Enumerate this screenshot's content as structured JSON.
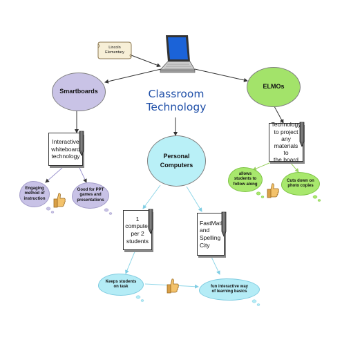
{
  "title_line1": "Classroom",
  "title_line2": "Technology",
  "scroll_line1": "Lincoln",
  "scroll_line2": "Elementary",
  "smartboards": "Smartboards",
  "elmos": "ELMOs",
  "pc_line1": "Personal",
  "pc_line2": "Computers",
  "interactive_line1": "Interactive",
  "interactive_line2": "whiteboard",
  "interactive_line3": "technology",
  "elmo_note_line1": "Technology",
  "elmo_note_line2": "to project",
  "elmo_note_line3": "any",
  "elmo_note_line4": "materials to",
  "elmo_note_line5": "the board",
  "pc_note1_line1": "1",
  "pc_note1_line2": "computer",
  "pc_note1_line3": "per 2",
  "pc_note1_line4": "students",
  "pc_note2_line1": "FastMath",
  "pc_note2_line2": "and",
  "pc_note2_line3": "Spelling",
  "pc_note2_line4": "City",
  "cloud_engaging_line1": "Engaging",
  "cloud_engaging_line2": "method of",
  "cloud_engaging_line3": "instruction",
  "cloud_ppt_line1": "Good for PPT",
  "cloud_ppt_line2": "games and",
  "cloud_ppt_line3": "presentations",
  "cloud_follow_line1": "allows",
  "cloud_follow_line2": "students to",
  "cloud_follow_line3": "follow along",
  "cloud_copies_line1": "Cuts down on",
  "cloud_copies_line2": "photo copies",
  "cloud_task_line1": "Keeps students",
  "cloud_task_line2": "on task",
  "cloud_fun_line1": "fun interactive way",
  "cloud_fun_line2": "of learning basics",
  "colors": {
    "smartboards_fill": "#c9c3e6",
    "elmos_fill": "#a3e36a",
    "pc_fill": "#b9f0f7",
    "title_color": "#1f4fa8",
    "connector": "#333333",
    "connector_light": "#8fd6e8"
  },
  "icons": [
    "laptop-icon",
    "scroll-icon",
    "pen-icon",
    "thumbs-up-icon"
  ]
}
